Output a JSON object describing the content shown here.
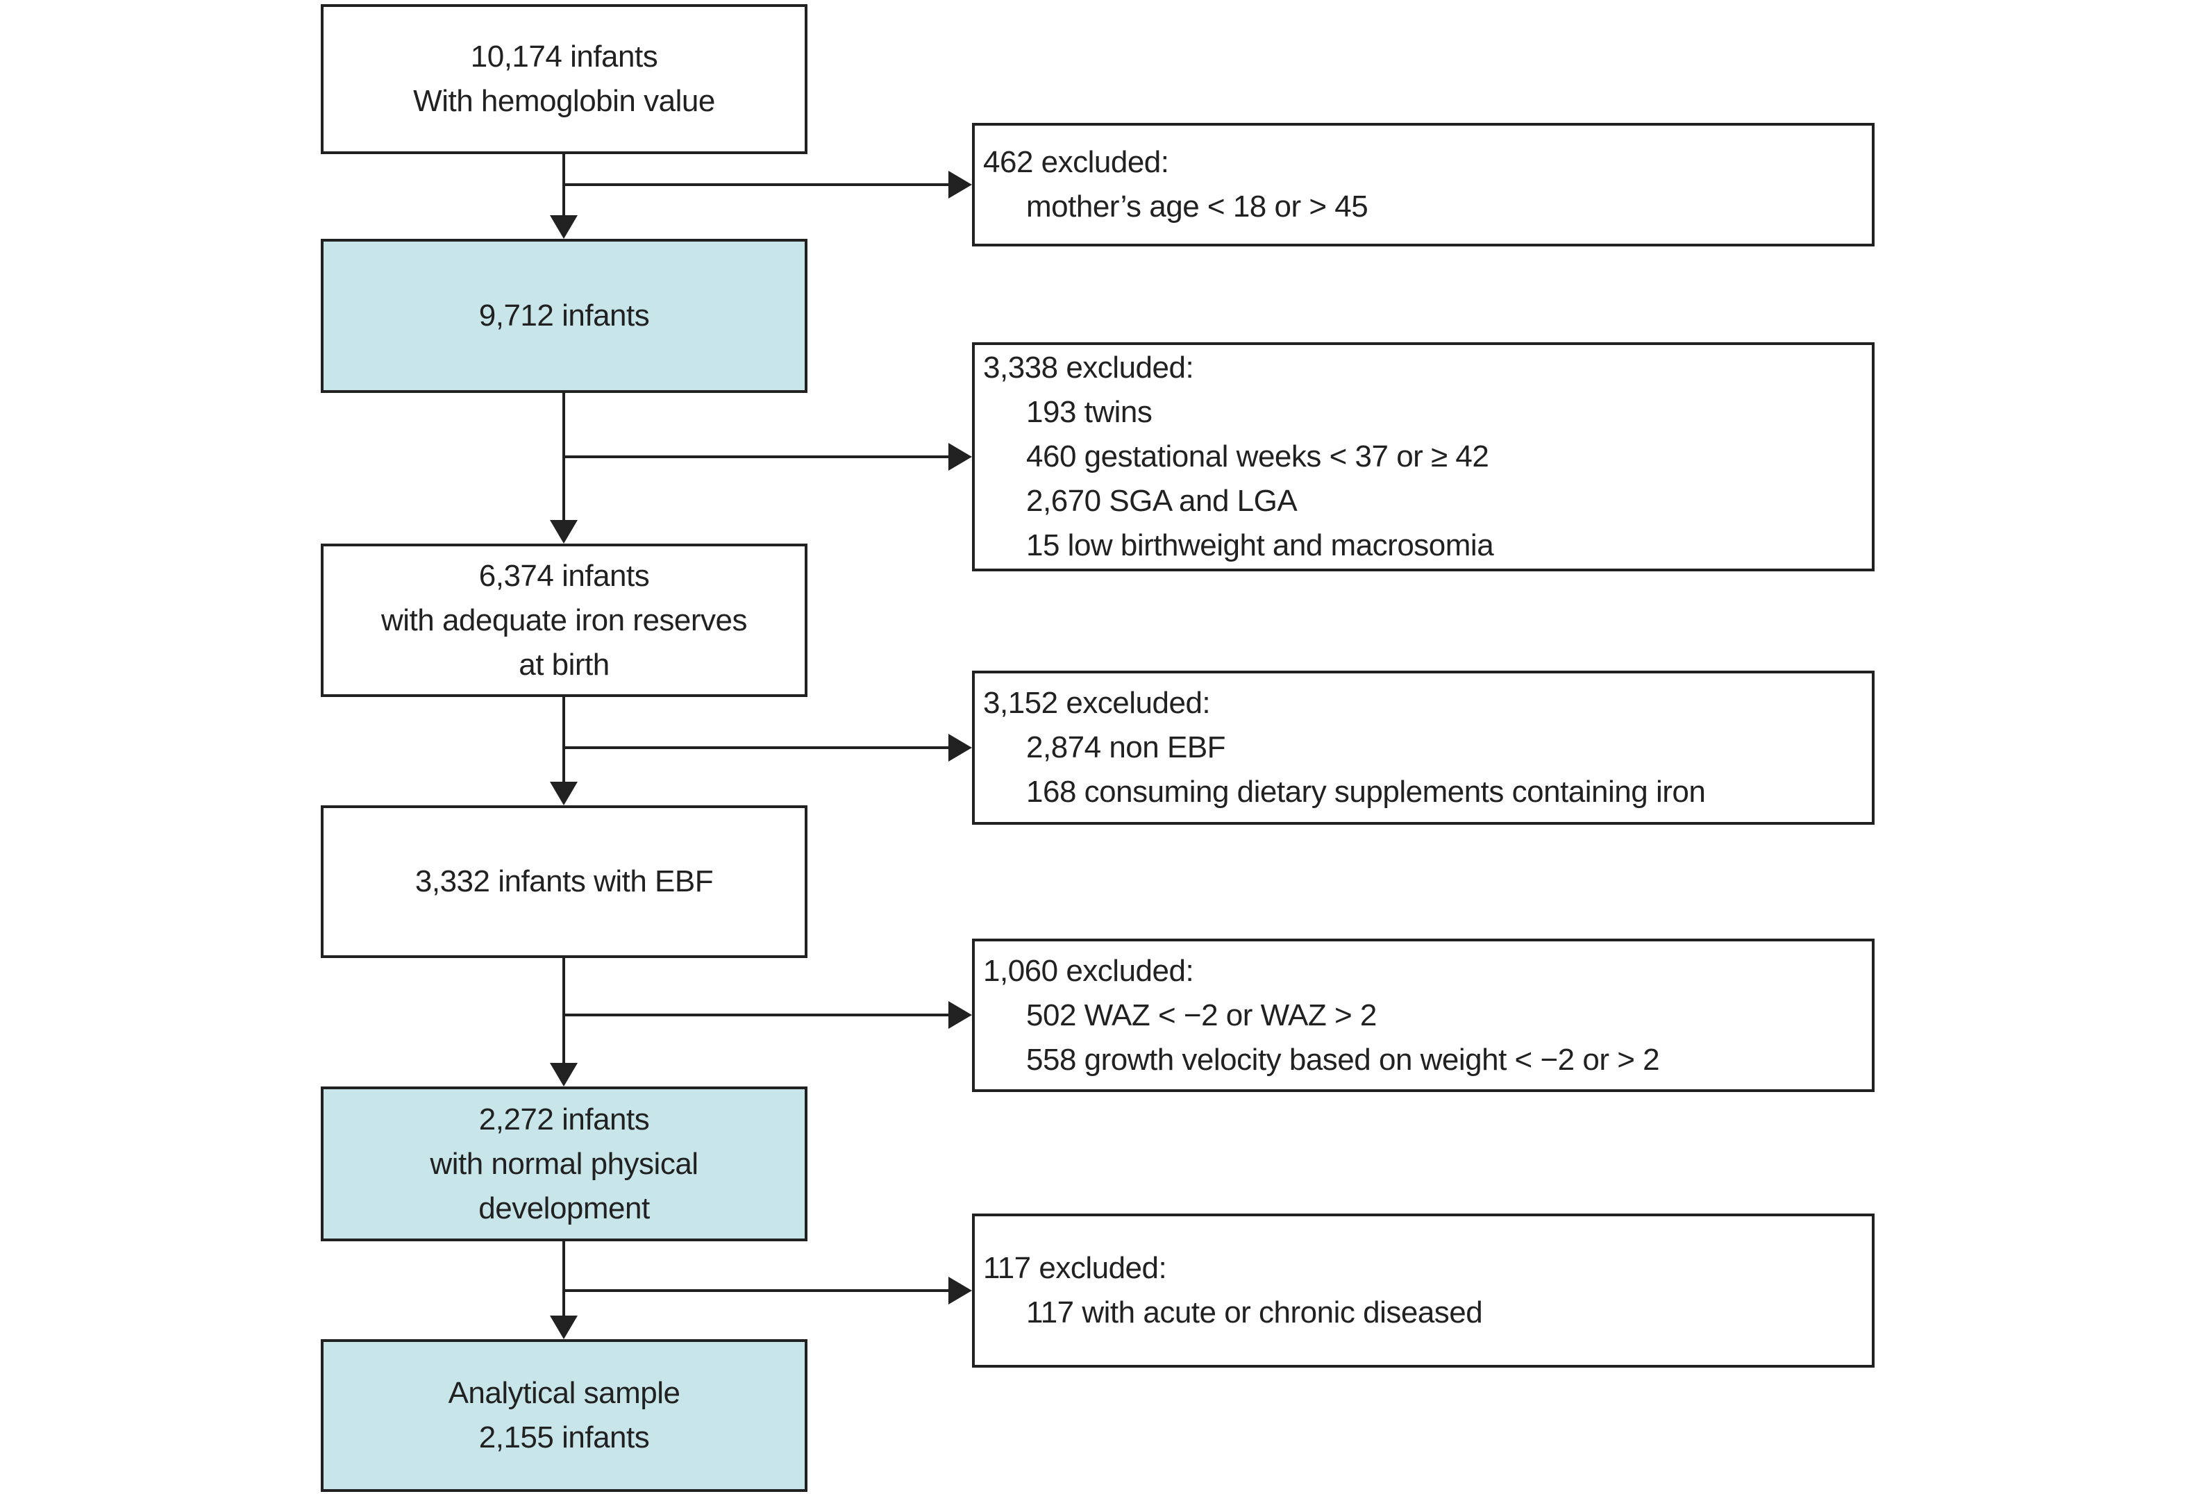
{
  "figure": {
    "type": "participant-flow-diagram",
    "accent_fill": "#c8e6ea",
    "box_fill": "#ffffff",
    "line_color": "#212121"
  },
  "main_boxes": [
    {
      "name": "box-hemoglobin-cohort",
      "highlighted": false,
      "lines": [
        "10,174 infants",
        "With hemoglobin value"
      ]
    },
    {
      "name": "box-after-mother-age-exclusion",
      "highlighted": true,
      "lines": [
        "9,712 infants"
      ]
    },
    {
      "name": "box-iron-reserves",
      "highlighted": false,
      "lines": [
        "6,374 infants",
        "with adequate iron reserves",
        "at birth"
      ]
    },
    {
      "name": "box-ebf",
      "highlighted": false,
      "lines": [
        "3,332 infants with EBF"
      ]
    },
    {
      "name": "box-normal-development",
      "highlighted": true,
      "lines": [
        "2,272 infants",
        "with normal physical",
        "development"
      ]
    },
    {
      "name": "box-analytical-sample",
      "highlighted": true,
      "lines": [
        "Analytical sample",
        "2,155 infants"
      ]
    }
  ],
  "exclusion_boxes": [
    {
      "header": "462 excluded:",
      "items": [
        "mother’s age < 18 or > 45"
      ]
    },
    {
      "header": "3,338 excluded:",
      "items": [
        "193 twins",
        "460 gestational weeks < 37 or ≥ 42",
        "2,670 SGA and LGA",
        "15 low birthweight and macrosomia"
      ]
    },
    {
      "header": "3,152 exceluded:",
      "items": [
        "2,874 non EBF",
        "168 consuming dietary supplements containing iron"
      ]
    },
    {
      "header": "1,060 excluded:",
      "items": [
        "502 WAZ < −2 or WAZ > 2",
        "558 growth velocity based on weight < −2 or > 2"
      ]
    },
    {
      "header": "117 excluded:",
      "items": [
        "117 with acute or chronic diseased"
      ]
    }
  ]
}
